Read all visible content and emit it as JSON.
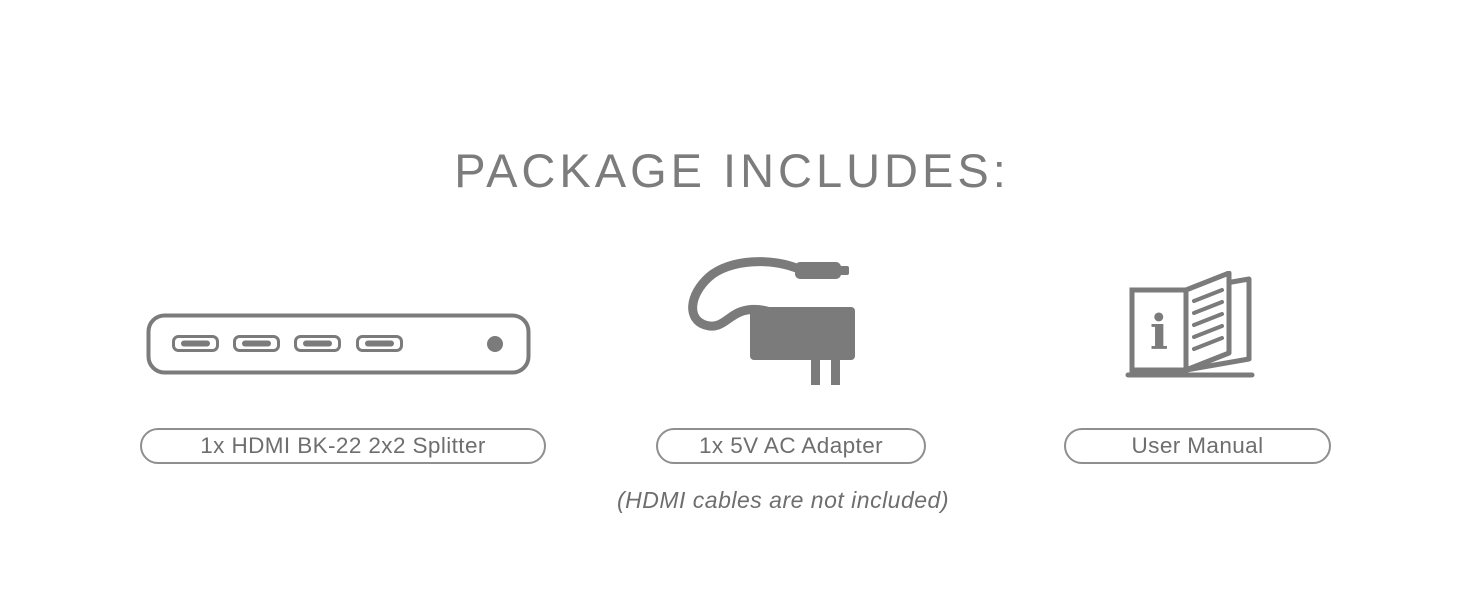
{
  "title": "PACKAGE INCLUDES:",
  "items": [
    {
      "label": "1x HDMI BK-22 2x2 Splitter",
      "icon": "hdmi-splitter-icon"
    },
    {
      "label": "1x 5V AC Adapter",
      "icon": "ac-adapter-icon"
    },
    {
      "label": "User Manual",
      "icon": "user-manual-icon"
    }
  ],
  "note": "(HDMI cables are not included)",
  "colors": {
    "title_gray": "#7c7c7c",
    "icon_gray": "#7b7b7b",
    "text_gray": "#6e6e6e",
    "pill_border": "#8f8f8f",
    "background": "#ffffff"
  }
}
